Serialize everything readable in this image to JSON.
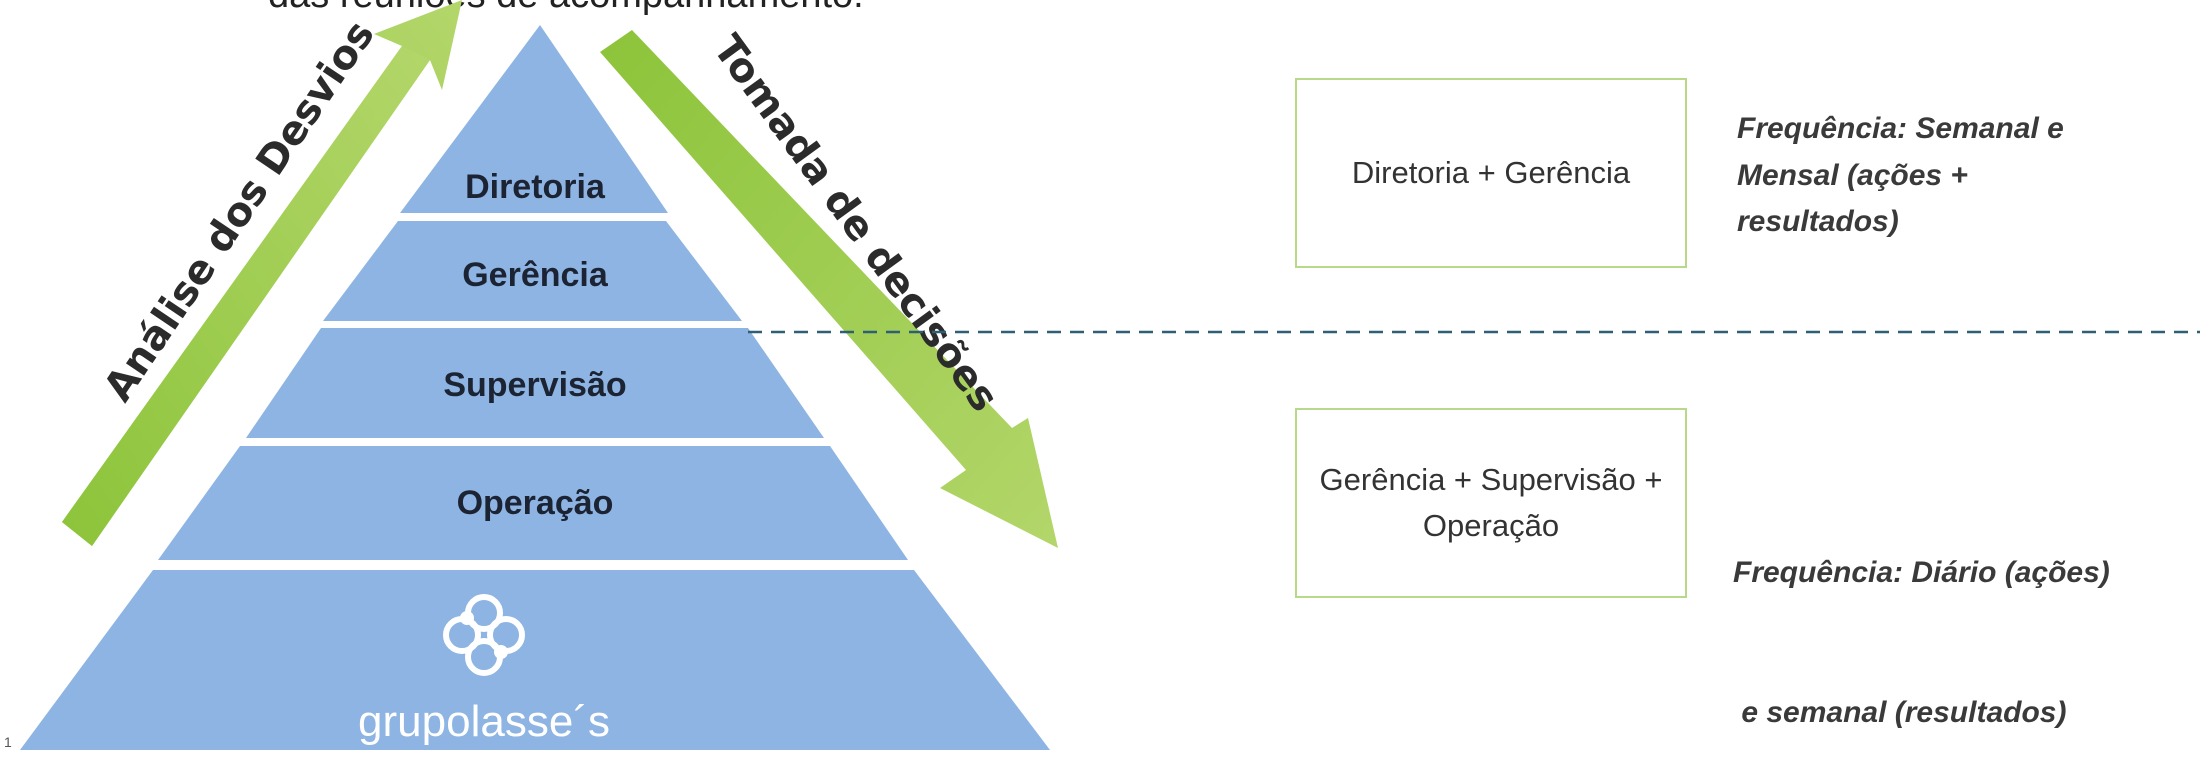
{
  "header": {
    "top_text": "das reuniões de acompanhamento."
  },
  "pyramid": {
    "levels": [
      {
        "label": "Diretoria"
      },
      {
        "label": "Gerência"
      },
      {
        "label": "Supervisão"
      },
      {
        "label": "Operação"
      }
    ],
    "fill_color": "#8db4e2",
    "logo_text": "grupolasse´s"
  },
  "arrows": {
    "up_label": "Análise dos Desvios",
    "down_label": "Tomada de decisões",
    "color": "#9acd3a"
  },
  "meetings": [
    {
      "box": "Diretoria + Gerência",
      "frequency": [
        "Frequência: Semanal e",
        "Mensal (ações +",
        "resultados)"
      ]
    },
    {
      "box": "Gerência + Supervisão + Operação",
      "frequency": [
        "Frequência: Diário (ações)",
        " e semanal (resultados)"
      ]
    }
  ],
  "page_number": "1"
}
